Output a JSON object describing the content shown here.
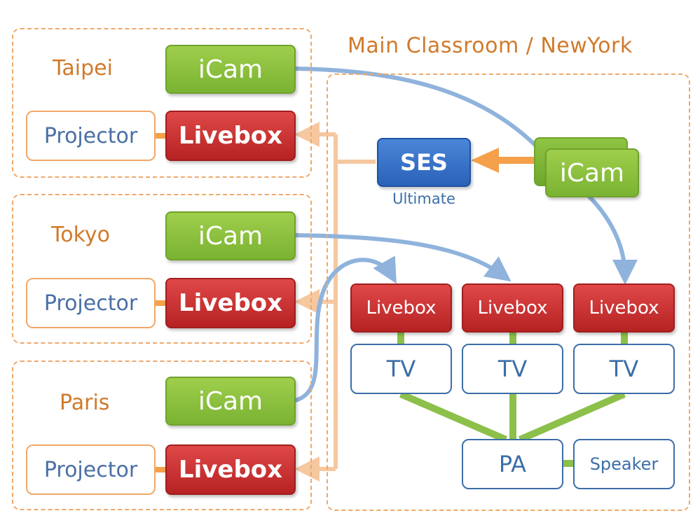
{
  "main_title": "Main Classroom / NewYork",
  "sites": [
    {
      "city": "Taipei",
      "camera": "iCam",
      "decoder": "Livebox",
      "display": "Projector"
    },
    {
      "city": "Tokyo",
      "camera": "iCam",
      "decoder": "Livebox",
      "display": "Projector"
    },
    {
      "city": "Paris",
      "camera": "iCam",
      "decoder": "Livebox",
      "display": "Projector"
    }
  ],
  "main": {
    "server": "SES",
    "server_sub": "Ultimate",
    "camera": "iCam",
    "receivers": [
      {
        "decoder": "Livebox",
        "display": "TV"
      },
      {
        "decoder": "Livebox",
        "display": "TV"
      },
      {
        "decoder": "Livebox",
        "display": "TV"
      }
    ],
    "pa": "PA",
    "speaker": "Speaker"
  },
  "colors": {
    "orange_accent": "#f0a868",
    "blue_link": "#8fb3dc",
    "green_node": "#86bd3c",
    "red_node": "#c62d2d",
    "blue_node": "#2a62b8"
  }
}
